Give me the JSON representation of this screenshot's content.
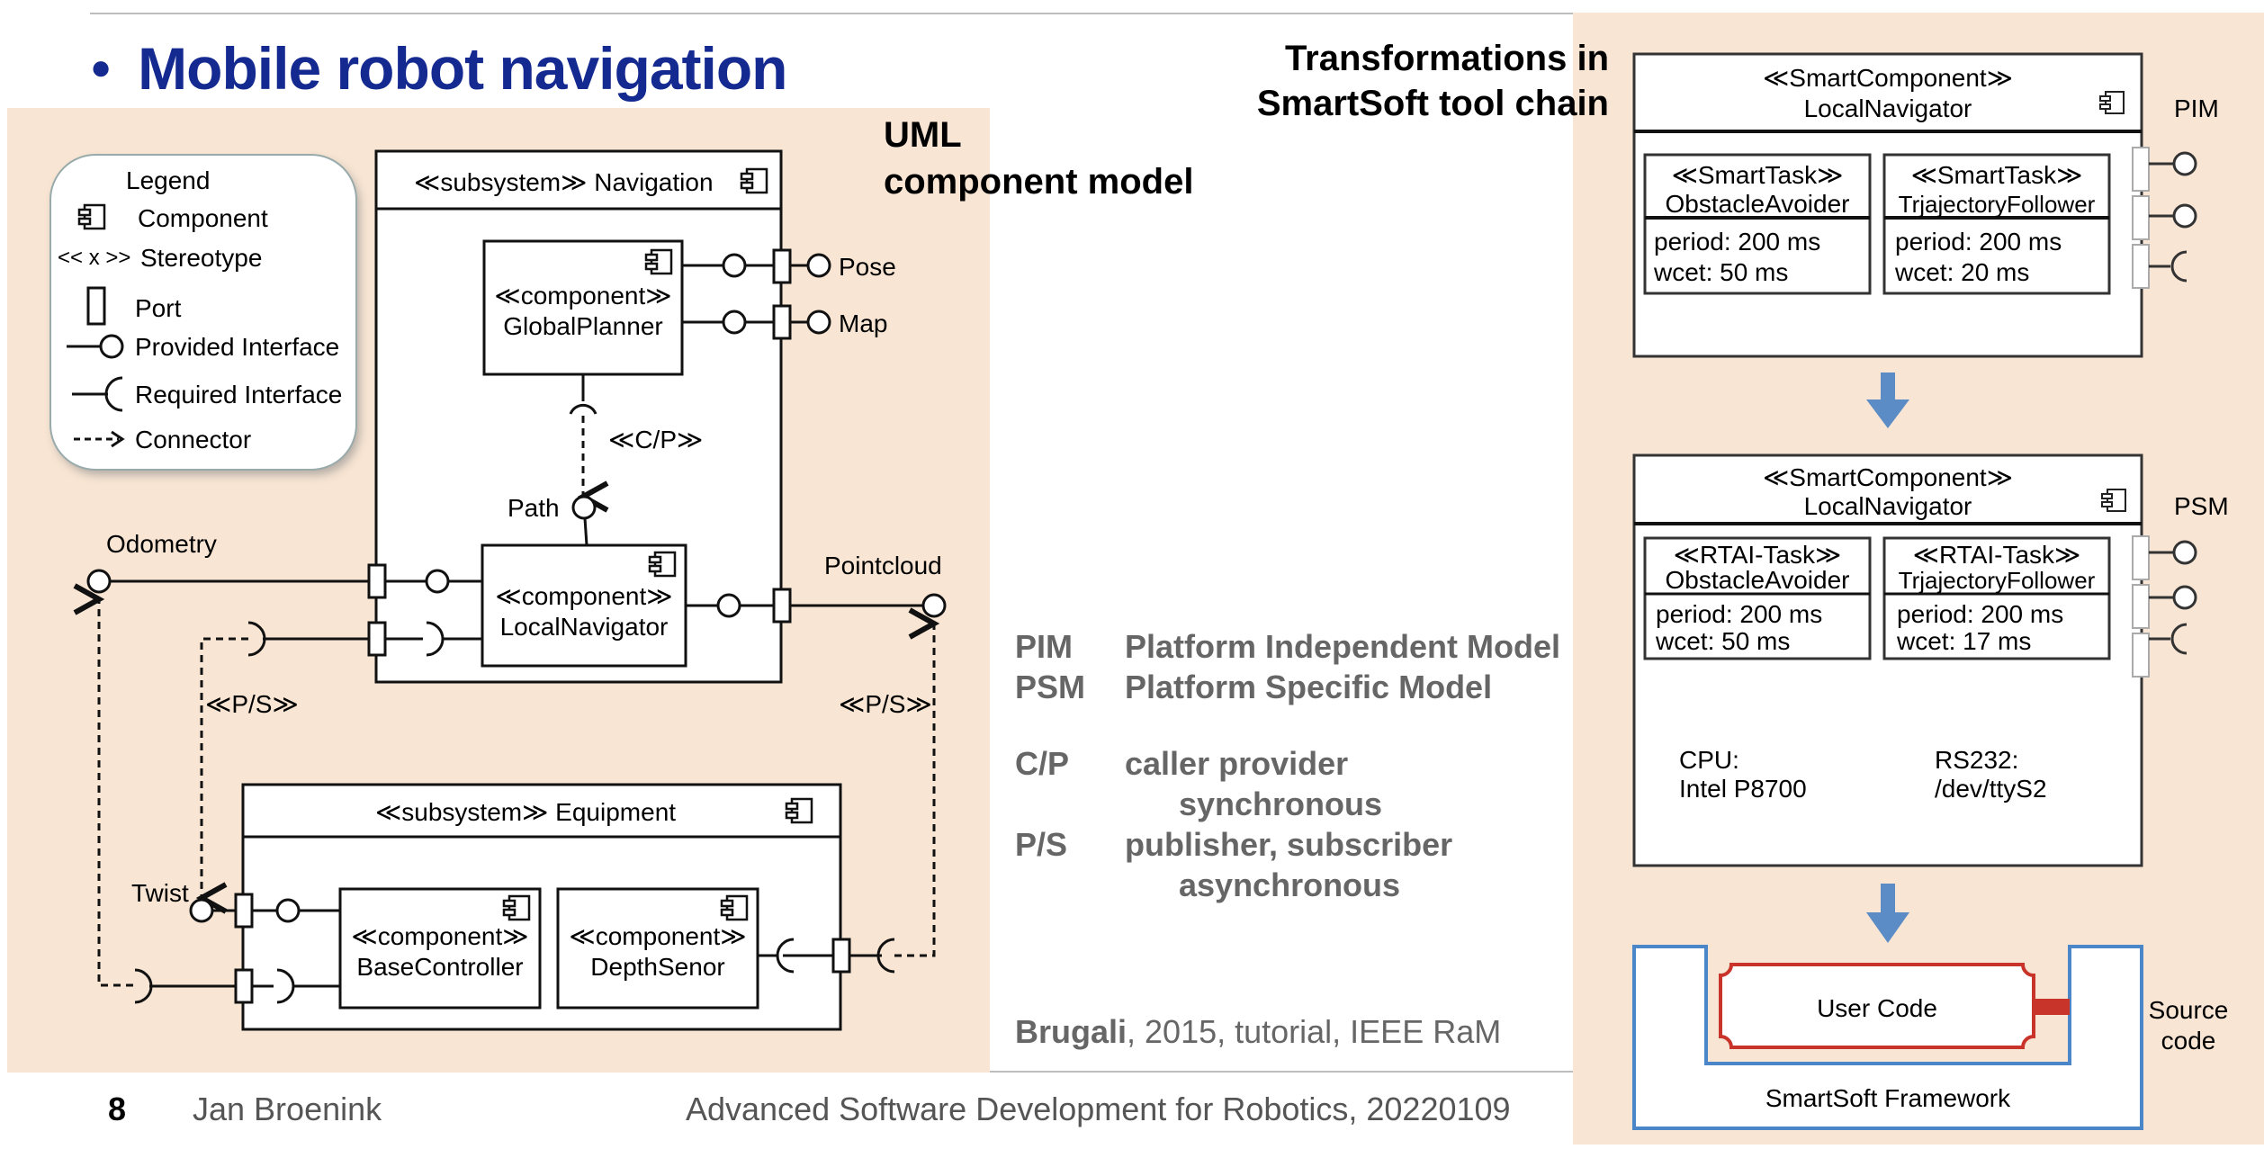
{
  "slide": {
    "bullet_title": "Mobile robot navigation",
    "uml_label_line1": "UML",
    "uml_label_line2": "component model",
    "transformations_line1": "Transformations in",
    "transformations_line2": "SmartSoft tool chain"
  },
  "legend": {
    "title": "Legend",
    "items": [
      {
        "icon": "component-icon",
        "label": "Component"
      },
      {
        "icon": "stereotype-symbol",
        "symbol": "<< x >>",
        "label": "Stereotype"
      },
      {
        "icon": "port-icon",
        "label": "Port"
      },
      {
        "icon": "provided-interface-icon",
        "label": "Provided Interface"
      },
      {
        "icon": "required-interface-icon",
        "label": "Required Interface"
      },
      {
        "icon": "connector-icon",
        "label": "Connector"
      }
    ]
  },
  "uml_diagram": {
    "navigation_subsystem": "≪subsystem≫ Navigation",
    "equipment_subsystem": "≪subsystem≫ Equipment",
    "components": [
      {
        "stereotype": "≪component≫",
        "name": "GlobalPlanner"
      },
      {
        "stereotype": "≪component≫",
        "name": "LocalNavigator"
      },
      {
        "stereotype": "≪component≫",
        "name": "BaseController"
      },
      {
        "stereotype": "≪component≫",
        "name": "DepthSenor"
      }
    ],
    "interfaces": {
      "pose": "Pose",
      "map": "Map",
      "path": "Path",
      "odometry": "Odometry",
      "pointcloud": "Pointcloud",
      "twist": "Twist"
    },
    "connectors": {
      "cp": "≪C/P≫",
      "ps_left": "≪P/S≫",
      "ps_right": "≪P/S≫"
    }
  },
  "glossary": [
    {
      "key": "PIM",
      "value": "Platform Independent Model"
    },
    {
      "key": "PSM",
      "value": "Platform Specific Model"
    },
    {
      "key": "C/P",
      "value": "caller provider",
      "detail": "synchronous"
    },
    {
      "key": "P/S",
      "value": "publisher, subscriber",
      "detail": "asynchronous"
    }
  ],
  "citation": {
    "author": "Brugali",
    "rest": ", 2015, tutorial, IEEE RaM"
  },
  "smartsoft": {
    "pim": {
      "stereotype": "≪SmartComponent≫",
      "name": "LocalNavigator",
      "label": "PIM",
      "tasks": [
        {
          "stereotype": "≪SmartTask≫",
          "name": "ObstacleAvoider",
          "period": "period: 200 ms",
          "wcet": "wcet: 50 ms"
        },
        {
          "stereotype": "≪SmartTask≫",
          "name": "TrjajectoryFollower",
          "period": "period: 200 ms",
          "wcet": "wcet: 20 ms"
        }
      ]
    },
    "psm": {
      "stereotype": "≪SmartComponent≫",
      "name": "LocalNavigator",
      "label": "PSM",
      "tasks": [
        {
          "stereotype": "≪RTAI-Task≫",
          "name": "ObstacleAvoider",
          "period": "period: 200 ms",
          "wcet": "wcet: 50 ms"
        },
        {
          "stereotype": "≪RTAI-Task≫",
          "name": "TrjajectoryFollower",
          "period": "period: 200 ms",
          "wcet": "wcet: 17 ms"
        }
      ],
      "cpu_label": "CPU:",
      "cpu_value": "Intel P8700",
      "rs_label": "RS232:",
      "rs_value": "/dev/ttyS2"
    },
    "source": {
      "user_code": "User Code",
      "framework": "SmartSoft Framework",
      "label_line1": "Source",
      "label_line2": "code"
    },
    "colors": {
      "arrow": "#5b8cc6",
      "framework": "#4a86c8",
      "user_code": "#c9342a"
    }
  },
  "footer": {
    "page_number": "8",
    "author": "Jan Broenink",
    "course": "Advanced Software Development for Robotics, 20220109"
  }
}
